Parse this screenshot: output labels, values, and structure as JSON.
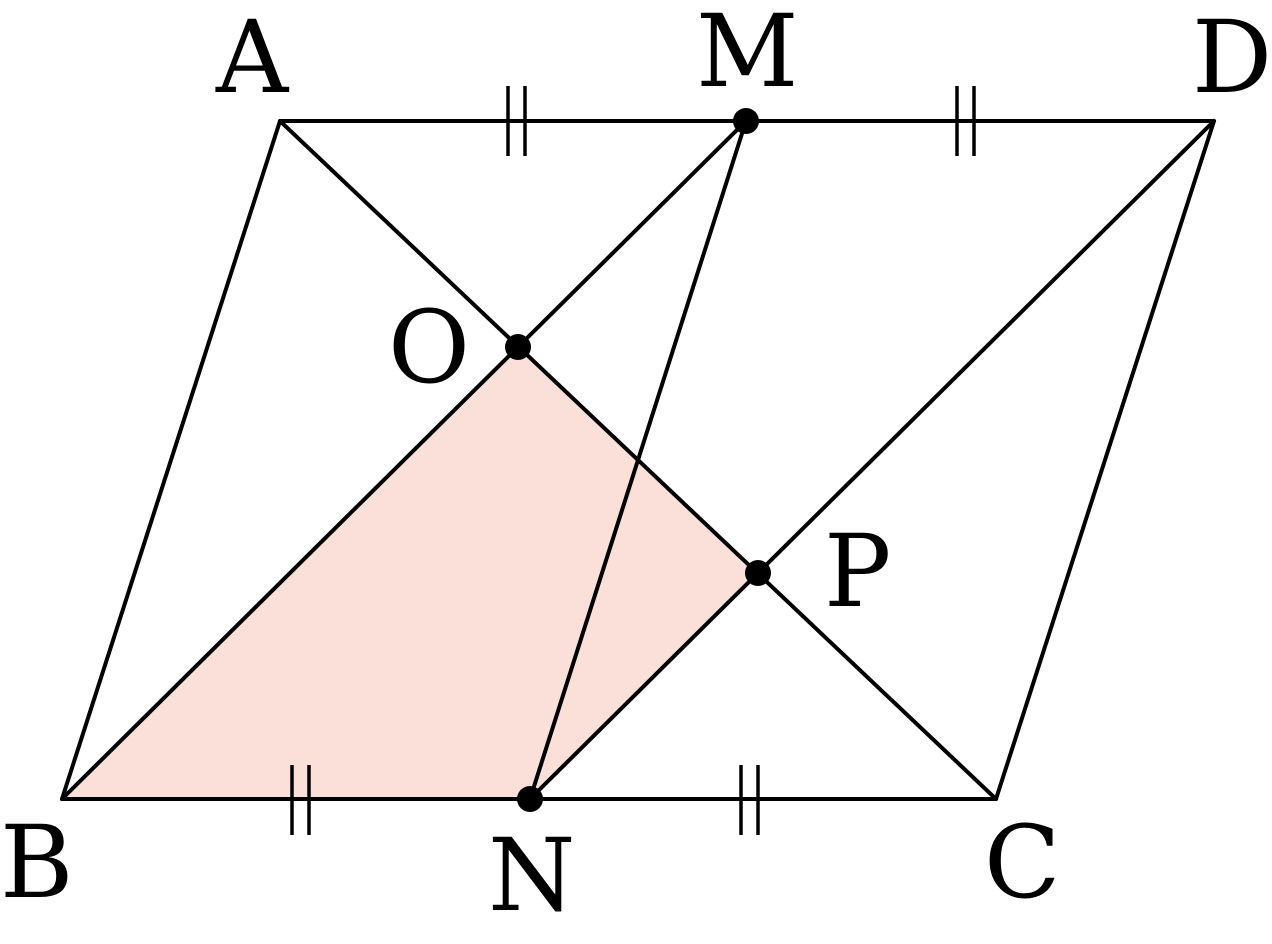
{
  "diagram": {
    "labels": {
      "A": "A",
      "M": "M",
      "D": "D",
      "O": "O",
      "P": "P",
      "B": "B",
      "N": "N",
      "C": "C"
    },
    "colors": {
      "line": "#000000",
      "shaded_region": "#fbe0da",
      "point": "#000000"
    },
    "marked_points": [
      "M",
      "O",
      "P",
      "N"
    ],
    "shaded_polygon": [
      "B",
      "O",
      "P",
      "N"
    ],
    "segments": [
      [
        "A",
        "D"
      ],
      [
        "B",
        "C"
      ],
      [
        "A",
        "B"
      ],
      [
        "D",
        "C"
      ],
      [
        "A",
        "C"
      ],
      [
        "B",
        "M"
      ],
      [
        "N",
        "D"
      ],
      [
        "M",
        "N"
      ]
    ],
    "equal_marks": [
      "A-M",
      "M-D",
      "B-N",
      "N-C"
    ]
  }
}
